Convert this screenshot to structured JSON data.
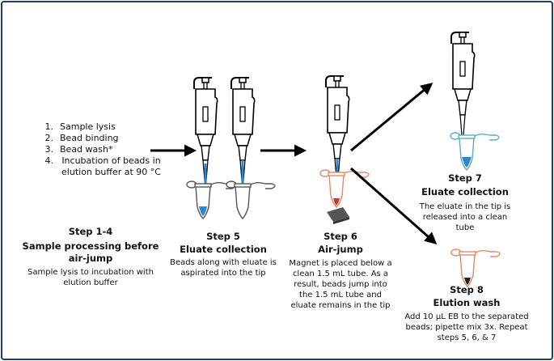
{
  "process_steps": [
    {
      "num": "1.",
      "text": "Sample lysis"
    },
    {
      "num": "2.",
      "text": "Bead binding"
    },
    {
      "num": "3.",
      "text": "Bead wash*"
    },
    {
      "num": "4.",
      "text": "Incubation of beads in elution buffer at 90 °C"
    }
  ],
  "step_1_4": {
    "label": "Step 1-4",
    "title": "Sample processing before air-jump",
    "desc": "Sample lysis to incubation with elution buffer"
  },
  "step_5": {
    "label": "Step 5",
    "title": "Eluate collection",
    "desc": "Beads along with eluate is aspirated into the tip"
  },
  "step_6": {
    "label": "Step 6",
    "title": "Air-jump",
    "desc": "Magnet is placed below a clean 1.5 mL tube. As a result, beads jump into the 1.5 mL tube and eluate remains in the tip"
  },
  "step_7": {
    "label": "Step 7",
    "title": "Eluate collection",
    "desc": "The eluate in the tip is released into a clean tube"
  },
  "step_8": {
    "label": "Step 8",
    "title": "Elution wash",
    "desc": "Add 10 µL EB to the separated beads; pipette mix 3x. Repeat steps 5, 6, & 7"
  },
  "colors": {
    "border": "#1f3f6b",
    "eluate_blue": "#2b87d1",
    "tube_orange": "#e08a6a",
    "tube_teal": "#5aaec4",
    "magnet_gray": "#555555"
  }
}
